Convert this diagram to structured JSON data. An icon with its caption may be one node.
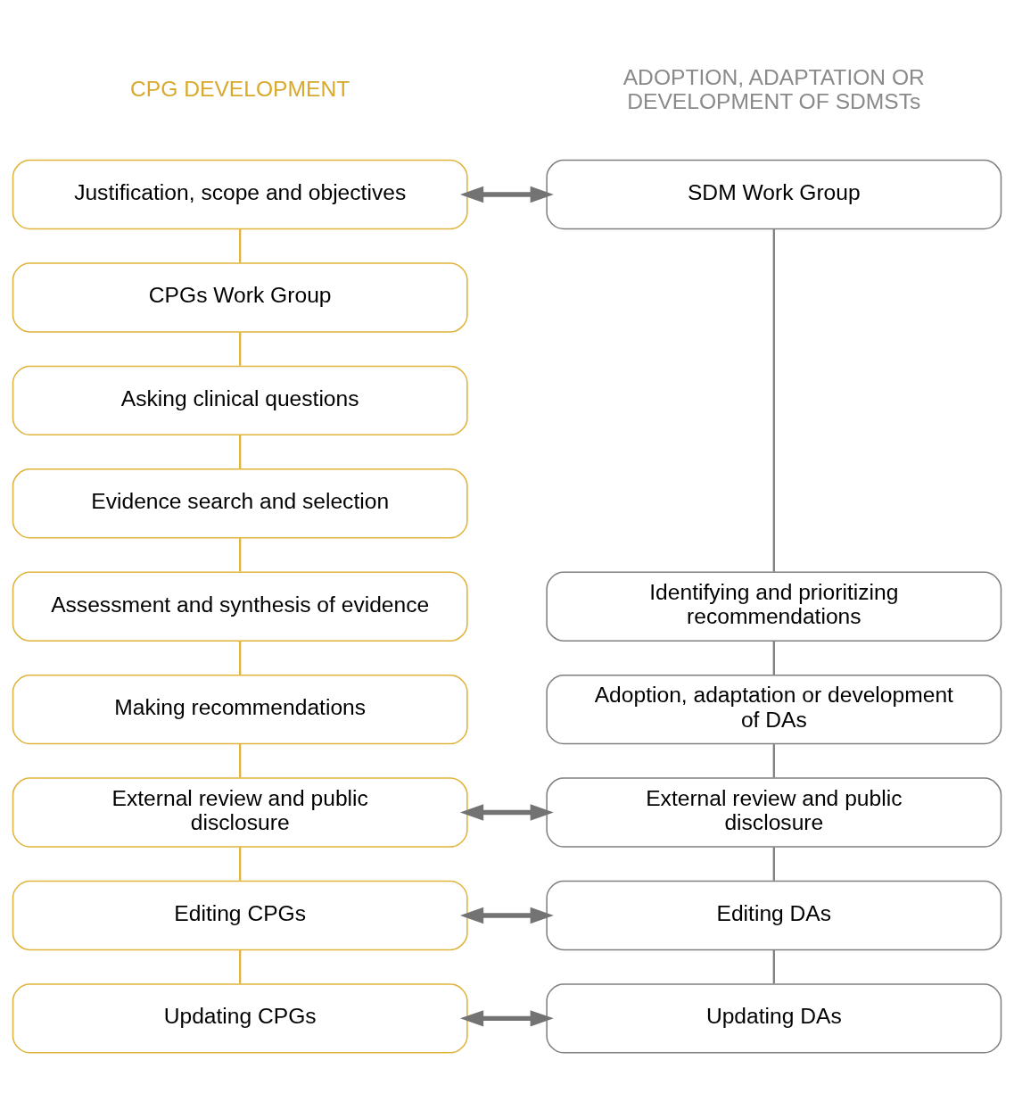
{
  "diagram": {
    "nodes": [
      {
        "text": [
          "Justification, scope and objectives"
        ]
      },
      {
        "text": [
          "CPGs Work Group"
        ]
      },
      {
        "text": [
          "Asking clinical questions"
        ]
      },
      {
        "text": [
          "Evidence search and selection"
        ]
      },
      {
        "text": [
          "Assessment and synthesis of evidence"
        ]
      },
      {
        "text": [
          "Making recommendations"
        ]
      },
      {
        "text": [
          "External review and public disclosure"
        ]
      },
      {
        "text": [
          "Editing CPGs"
        ]
      },
      {
        "text": [
          "Updating CPGs"
        ]
      },
      {
        "text": [
          "SDM Work Group"
        ]
      },
      {
        "text": [
          "Identifying and prioritizing recommendations"
        ]
      },
      {
        "text": [
          "Adoption, adaptation or development of DAs"
        ]
      },
      {
        "text": [
          "External review and public disclosure"
        ]
      },
      {
        "text": [
          "Editing DAs"
        ]
      },
      {
        "text": [
          "Updating DAs"
        ]
      }
    ],
    "edges": [
      {
        "from": 0,
        "to": 1,
        "arrow": "none",
        "color": "#e0b33a"
      },
      {
        "from": 1,
        "to": 2,
        "arrow": "none",
        "color": "#e0b33a"
      },
      {
        "from": 2,
        "to": 3,
        "arrow": "none",
        "color": "#e0b33a"
      },
      {
        "from": 3,
        "to": 4,
        "arrow": "none",
        "color": "#e0b33a"
      },
      {
        "from": 4,
        "to": 5,
        "arrow": "none",
        "color": "#e0b33a"
      },
      {
        "from": 5,
        "to": 6,
        "arrow": "none",
        "color": "#e0b33a"
      },
      {
        "from": 6,
        "to": 7,
        "arrow": "none",
        "color": "#e0b33a"
      },
      {
        "from": 7,
        "to": 8,
        "arrow": "none",
        "color": "#e0b33a"
      },
      {
        "from": 9,
        "to": 10,
        "arrow": "none",
        "color": "#808080"
      },
      {
        "from": 10,
        "to": 11,
        "arrow": "none",
        "color": "#808080"
      },
      {
        "from": 11,
        "to": 12,
        "arrow": "none",
        "color": "#808080"
      },
      {
        "from": 12,
        "to": 13,
        "arrow": "none",
        "color": "#808080"
      },
      {
        "from": 13,
        "to": 14,
        "arrow": "none",
        "color": "#808080"
      },
      {
        "from": 0,
        "to": 9,
        "arrow": "both",
        "style": "thick",
        "color": "#737373"
      },
      {
        "from": 6,
        "to": 12,
        "arrow": "both",
        "style": "thick",
        "color": "#737373"
      },
      {
        "from": 7,
        "to": 13,
        "arrow": "both",
        "style": "thick",
        "color": "#737373"
      },
      {
        "from": 8,
        "to": 14,
        "arrow": "both",
        "style": "thick",
        "color": "#737373"
      }
    ],
    "labels": [
      "CPG DEVELOPMENT",
      "ADOPTION, ADAPTATION OR DEVELOPMENT OF SDMSTs"
    ]
  }
}
